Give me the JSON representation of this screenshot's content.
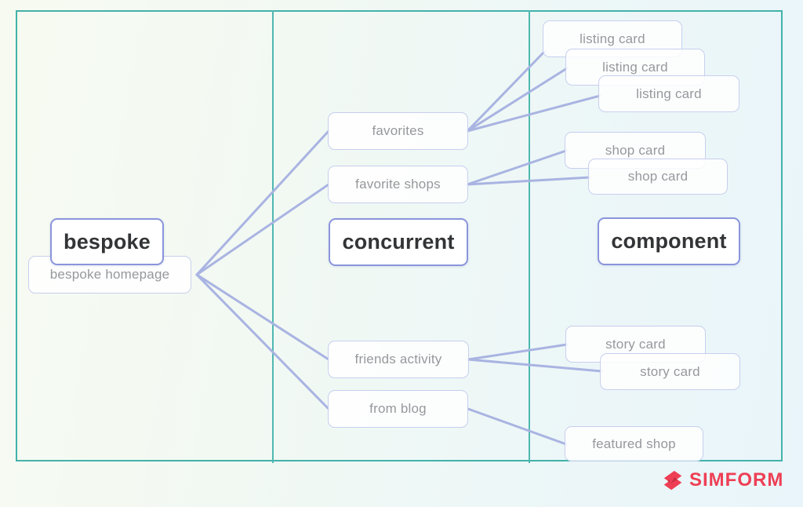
{
  "diagram": {
    "columns": [
      {
        "title": "bespoke"
      },
      {
        "title": "concurrent"
      },
      {
        "title": "component"
      }
    ],
    "nodes": [
      {
        "id": "bespoke-homepage",
        "label": "bespoke homepage"
      },
      {
        "id": "favorites",
        "label": "favorites"
      },
      {
        "id": "favorite-shops",
        "label": "favorite shops"
      },
      {
        "id": "friends-activity",
        "label": "friends activity"
      },
      {
        "id": "from-blog",
        "label": "from blog"
      },
      {
        "id": "listing-card-1",
        "label": "listing card"
      },
      {
        "id": "listing-card-2",
        "label": "listing card"
      },
      {
        "id": "listing-card-3",
        "label": "listing card"
      },
      {
        "id": "shop-card-1",
        "label": "shop card"
      },
      {
        "id": "shop-card-2",
        "label": "shop card"
      },
      {
        "id": "story-card-1",
        "label": "story card"
      },
      {
        "id": "story-card-2",
        "label": "story card"
      },
      {
        "id": "featured-shop",
        "label": "featured shop"
      }
    ],
    "edges": [
      {
        "from": "bespoke-homepage",
        "to": "favorites"
      },
      {
        "from": "bespoke-homepage",
        "to": "favorite-shops"
      },
      {
        "from": "bespoke-homepage",
        "to": "friends-activity"
      },
      {
        "from": "bespoke-homepage",
        "to": "from-blog"
      },
      {
        "from": "favorites",
        "to": "listing-card-1"
      },
      {
        "from": "favorites",
        "to": "listing-card-2"
      },
      {
        "from": "favorites",
        "to": "listing-card-3"
      },
      {
        "from": "favorite-shops",
        "to": "shop-card-1"
      },
      {
        "from": "favorite-shops",
        "to": "shop-card-2"
      },
      {
        "from": "friends-activity",
        "to": "story-card-1"
      },
      {
        "from": "friends-activity",
        "to": "story-card-2"
      },
      {
        "from": "from-blog",
        "to": "featured-shop"
      }
    ],
    "colors": {
      "frame": "#43b2aa",
      "connector": "#a9b4e2",
      "card_border": "#c7cfee",
      "title_border": "#8a95dc",
      "card_text": "#96989c",
      "title_text": "#333436",
      "logo": "#ee3f55"
    },
    "logo": {
      "text": "SIMFORM"
    }
  }
}
